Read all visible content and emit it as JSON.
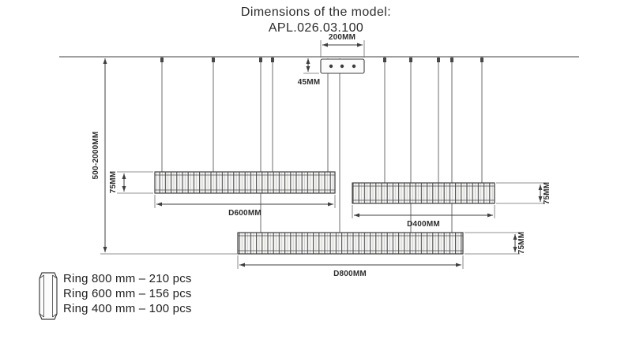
{
  "title": {
    "heading": "Dimensions of the model:",
    "model": "APL.026.03.100"
  },
  "dims": {
    "canopy_width": "200MM",
    "canopy_drop": "45MM",
    "suspension_range": "500-2000MM",
    "ring600_diameter": "D600MM",
    "ring400_diameter": "D400MM",
    "ring800_diameter": "D800MM",
    "ring600_height": "75MM",
    "ring400_height": "75MM",
    "ring800_height": "75MM"
  },
  "legend": {
    "items": [
      "Ring 800 mm – 210 pcs",
      "Ring 600 mm – 156 pcs",
      "Ring 400 mm – 100 pcs"
    ]
  },
  "colors": {
    "line": "#3f3f3f",
    "background": "#ffffff"
  }
}
